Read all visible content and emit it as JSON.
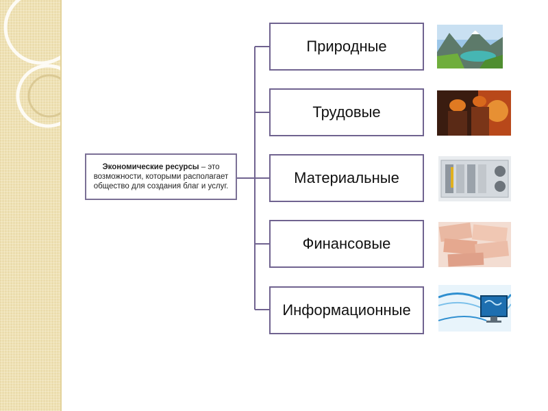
{
  "definition": {
    "term": "Экономические ресурсы",
    "rest": " – это возможности, которыми располагает общество для создания благ и услуг."
  },
  "resources": [
    {
      "label": "Природные",
      "image": "nature-landscape-image"
    },
    {
      "label": "Трудовые",
      "image": "workers-image"
    },
    {
      "label": "Материальные",
      "image": "equipment-image"
    },
    {
      "label": "Финансовые",
      "image": "money-image"
    },
    {
      "label": "Информационные",
      "image": "computer-network-image"
    }
  ],
  "colors": {
    "box_border": "#6f628f",
    "connector": "#6f628f",
    "side_strip": "#efe2b5"
  }
}
